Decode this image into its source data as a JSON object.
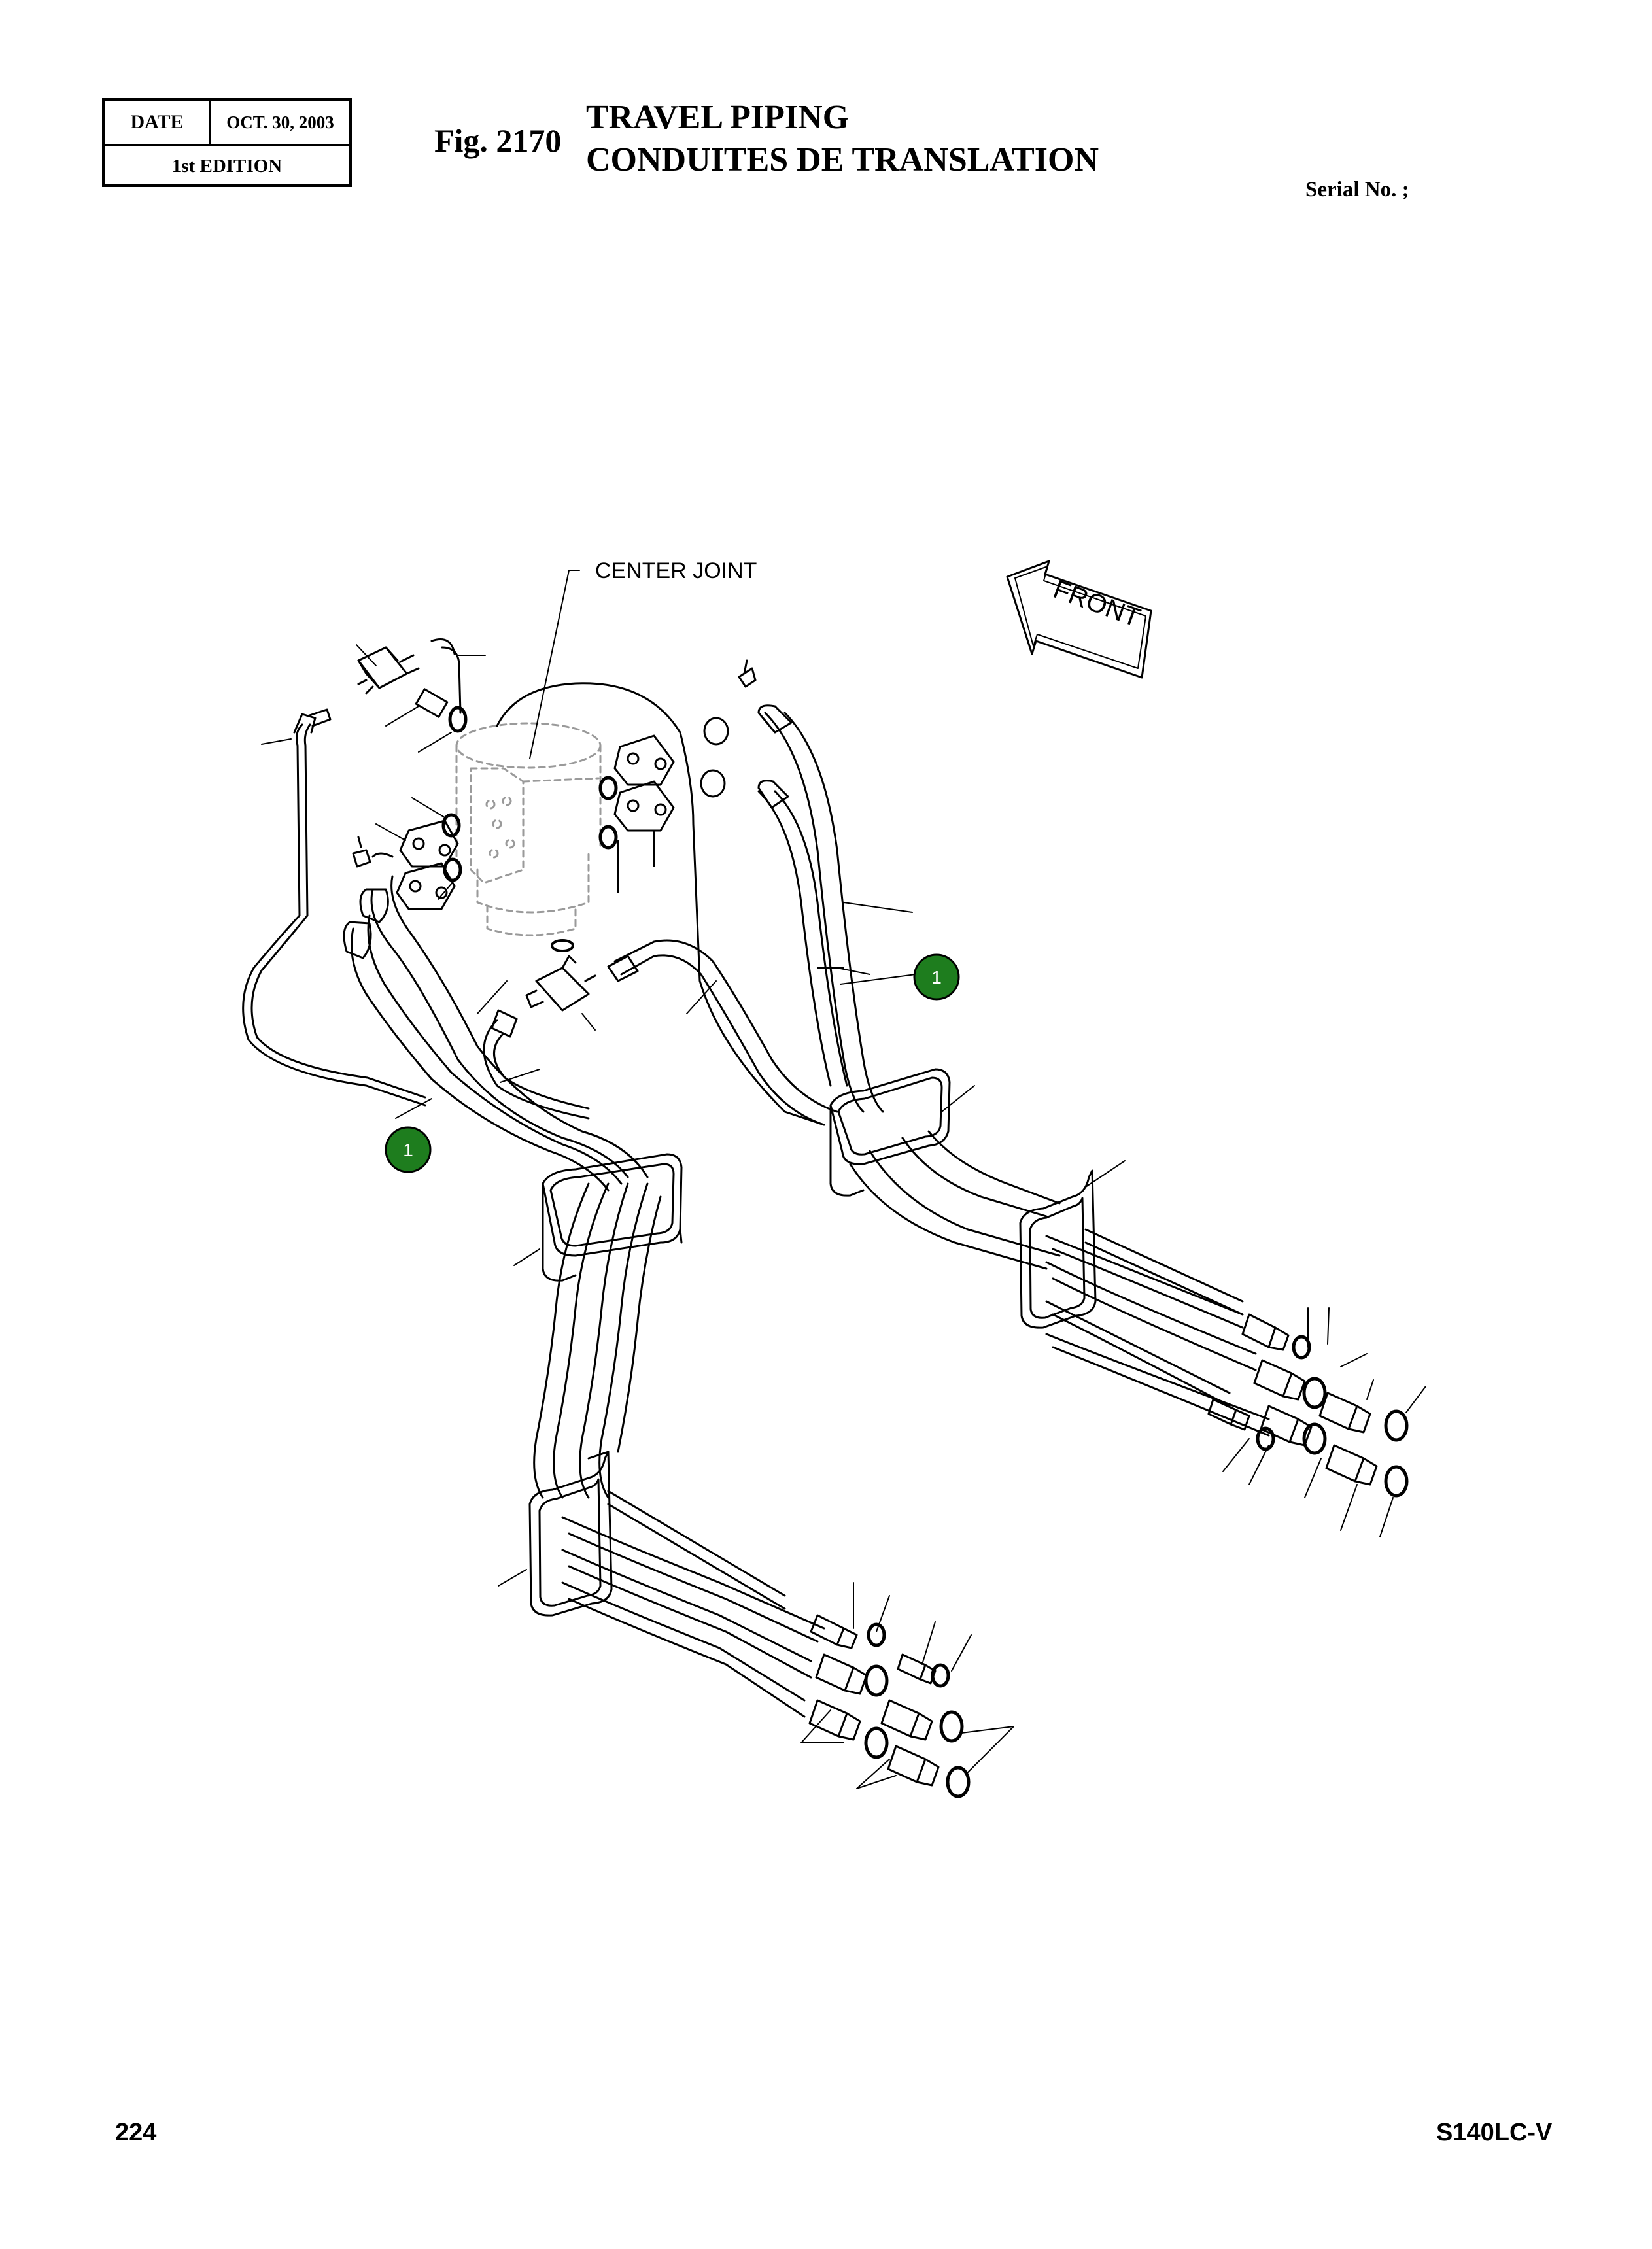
{
  "header": {
    "date_label": "DATE",
    "date_value": "OCT. 30, 2003",
    "edition": "1st EDITION",
    "fig_number": "Fig. 2170",
    "title_en": "TRAVEL PIPING",
    "title_fr": "CONDUITES DE TRANSLATION",
    "serial": "Serial No. ;"
  },
  "diagram": {
    "center_joint_label": "CENTER JOINT",
    "front_label": "FRONT",
    "callouts": [
      "1",
      "1"
    ],
    "colors": {
      "callout_fill": "#1e7d1e",
      "line": "#000000",
      "center_joint": "#9a9a9a"
    }
  },
  "footer": {
    "page_number": "224",
    "model": "S140LC-V"
  }
}
